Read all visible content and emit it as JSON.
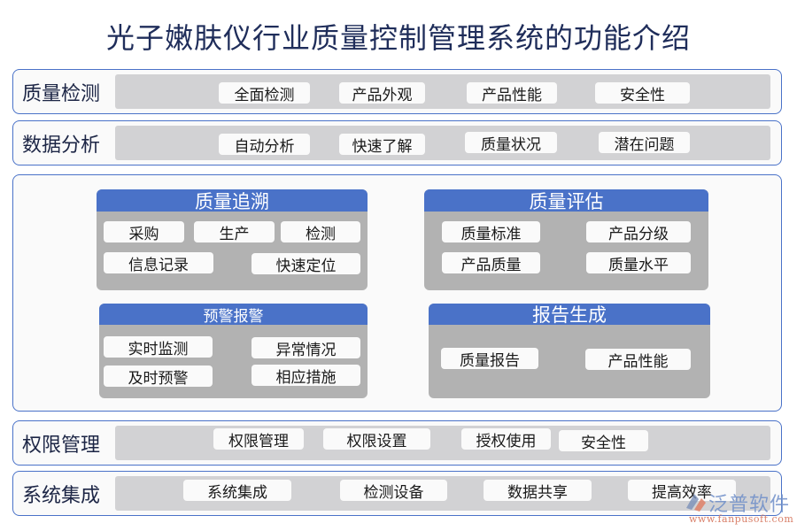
{
  "title": "光子嫩肤仪行业质量控制管理系统的功能介绍",
  "rows": {
    "quality_inspection": {
      "label": "质量检测",
      "items": [
        "全面检测",
        "产品外观",
        "产品性能",
        "安全性"
      ]
    },
    "data_analysis": {
      "label": "数据分析",
      "items": [
        "自动分析",
        "快速了解",
        "质量状况",
        "潜在问题"
      ]
    },
    "permission_management": {
      "label": "权限管理",
      "items": [
        "权限管理",
        "权限设置",
        "授权使用",
        "安全性"
      ]
    },
    "system_integration": {
      "label": "系统集成",
      "items": [
        "系统集成",
        "检测设备",
        "数据共享",
        "提高效率"
      ]
    }
  },
  "cards": {
    "traceability": {
      "title": "质量追溯",
      "items": [
        "采购",
        "生产",
        "检测",
        "信息记录",
        "快速定位"
      ]
    },
    "evaluation": {
      "title": "质量评估",
      "items": [
        "质量标准",
        "产品分级",
        "产品质量",
        "质量水平"
      ]
    },
    "alerts": {
      "title": "预警报警",
      "items": [
        "实时监测",
        "异常情况",
        "及时预警",
        "相应措施"
      ]
    },
    "reports": {
      "title": "报告生成",
      "items": [
        "质量报告",
        "产品性能"
      ]
    }
  },
  "watermark": {
    "brand": "泛普软件",
    "url": "www.fanpusoft.com"
  },
  "colors": {
    "accent_blue": "#4a72c8",
    "title_navy": "#1f2d5a",
    "strip_gray": "#d2d2d4",
    "card_gray": "#b2b2b2",
    "chip_white": "#fafafa"
  }
}
